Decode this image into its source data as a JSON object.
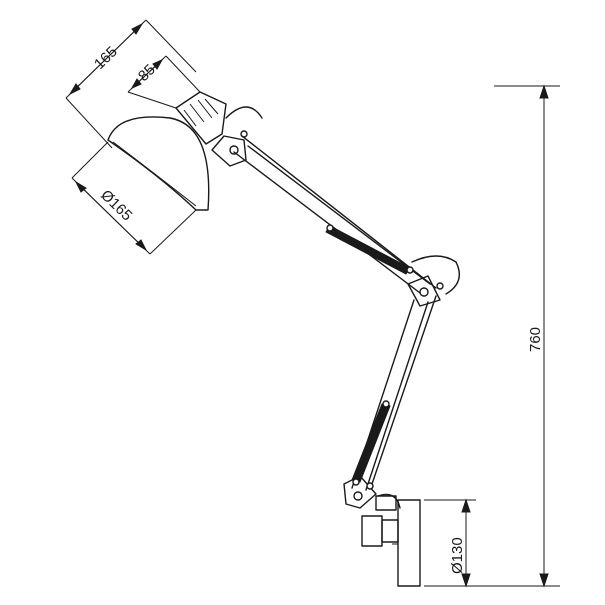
{
  "dimensions": {
    "shade_length": "165",
    "shade_neck": "85",
    "shade_diameter": "Ø165",
    "total_height": "760",
    "base_diameter": "Ø130"
  }
}
